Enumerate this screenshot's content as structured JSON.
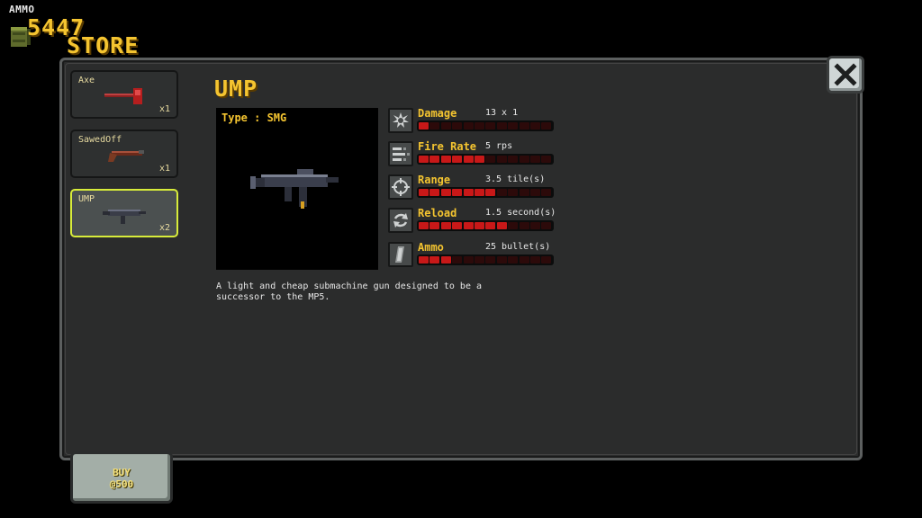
{
  "hud": {
    "ammo_label": "AMMO",
    "ammo_count": "5447",
    "store_title": "STORE"
  },
  "inventory": [
    {
      "name": "Axe",
      "qty": "x1",
      "selected": false
    },
    {
      "name": "SawedOff",
      "qty": "x1",
      "selected": false
    },
    {
      "name": "UMP",
      "qty": "x2",
      "selected": true
    }
  ],
  "weapon": {
    "title": "UMP",
    "type": "Type : SMG",
    "description": "A light and cheap submachine gun designed to be a\nsuccessor to the MP5."
  },
  "stats": [
    {
      "label": "Damage",
      "value": "13 x 1",
      "icon": "spark-icon",
      "level": 1
    },
    {
      "label": "Fire Rate",
      "value": "5 rps",
      "icon": "bullets-icon",
      "level": 6
    },
    {
      "label": "Range",
      "value": "3.5 tile(s)",
      "icon": "crosshair-icon",
      "level": 7
    },
    {
      "label": "Reload",
      "value": "1.5 second(s)",
      "icon": "reload-icon",
      "level": 8
    },
    {
      "label": "Ammo",
      "value": "25 bullet(s)",
      "icon": "magazine-icon",
      "level": 3
    }
  ],
  "stat_bar_segments": 12,
  "buy": {
    "line1": "BUY",
    "line2": "@500"
  },
  "colors": {
    "accent": "#f4c430",
    "bar_on": "#c81818",
    "selected_border": "#d8ec3a",
    "panel": "#2b2c2c"
  }
}
